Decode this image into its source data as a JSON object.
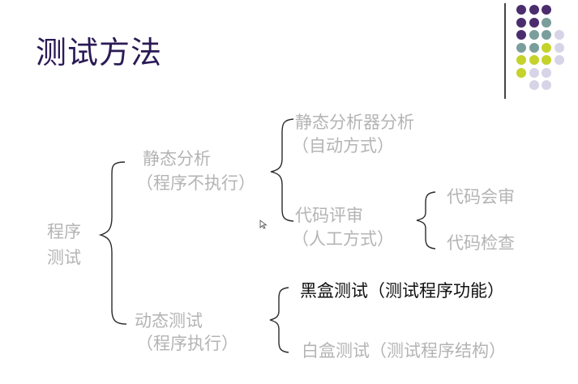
{
  "slide": {
    "title": "测试方法",
    "root": [
      "程序",
      "测试"
    ],
    "static_analysis": {
      "label": "静态分析",
      "sublabel": "（程序不执行）",
      "tool_analysis": {
        "label": "静态分析器分析",
        "sublabel": "（自动方式）"
      },
      "code_review": {
        "label": "代码评审",
        "sublabel": "（人工方式）",
        "children": [
          "代码会审",
          "代码检查"
        ]
      }
    },
    "dynamic_testing": {
      "label": "动态测试",
      "sublabel": "（程序执行）",
      "children": [
        "黑盒测试（测试程序功能）",
        "白盒测试（测试程序结构）"
      ]
    }
  },
  "decoration": {
    "dot_colors": {
      "purple": "#4b2d6e",
      "teal": "#7a9e9c",
      "lime": "#c4d22b",
      "lavender": "#d6d4e6"
    },
    "dot_grid": [
      [
        "purple",
        "purple",
        "purple",
        ""
      ],
      [
        "purple",
        "purple",
        "teal",
        ""
      ],
      [
        "purple",
        "teal",
        "teal",
        "lavender"
      ],
      [
        "teal",
        "teal",
        "lime",
        "lavender"
      ],
      [
        "lime",
        "lime",
        "lime",
        "lavender"
      ],
      [
        "lime",
        "lavender",
        "lavender",
        ""
      ],
      [
        "",
        "lavender",
        "lavender",
        ""
      ]
    ],
    "text_gray": "#b4b4b4",
    "highlight_text": "#111111",
    "title_color": "#2b1a55"
  }
}
